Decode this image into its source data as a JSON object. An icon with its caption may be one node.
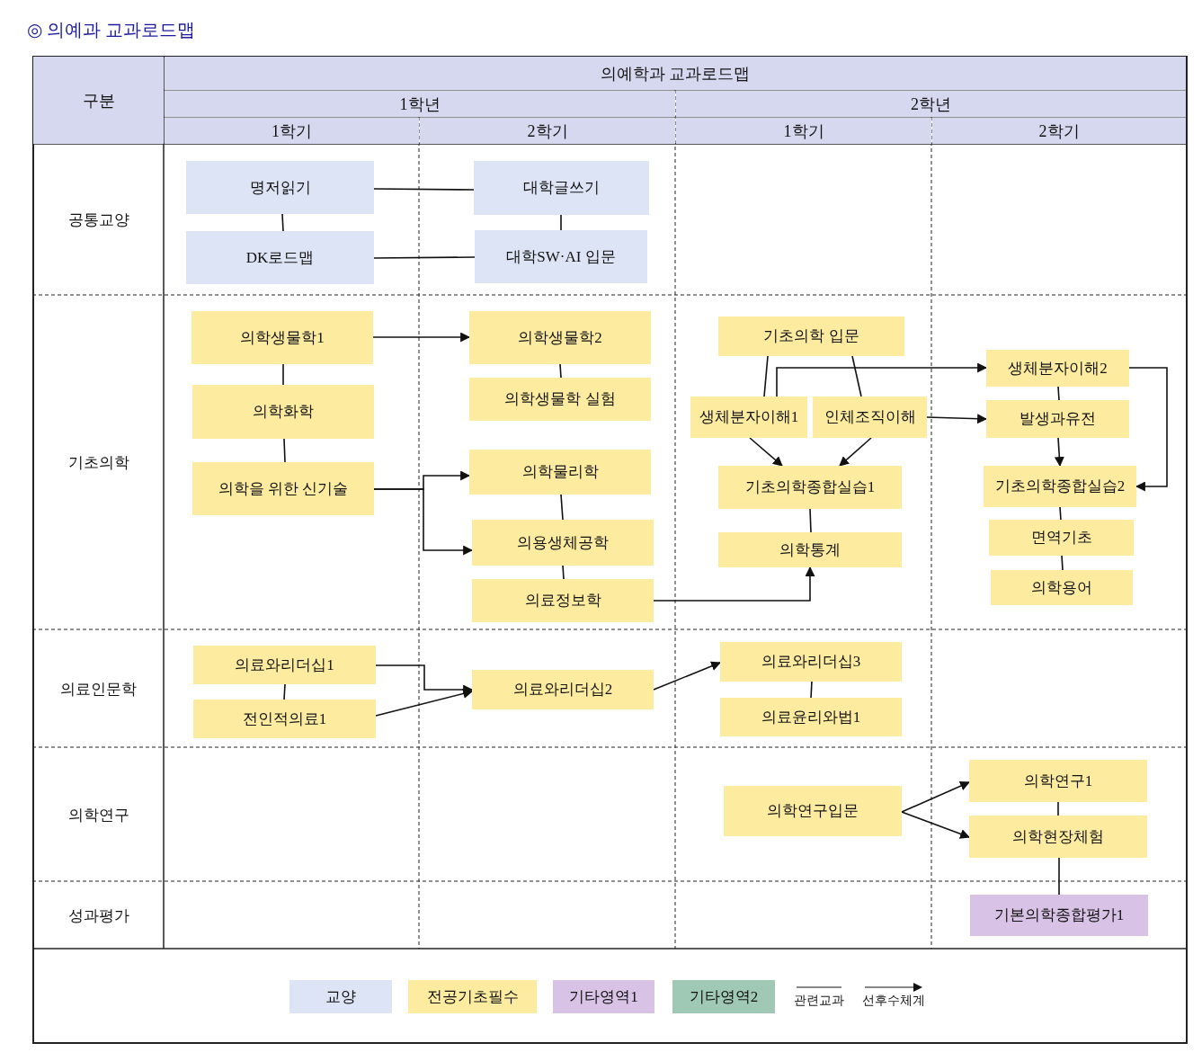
{
  "diagram": {
    "title": "◎ 의예과 교과로드맵",
    "nodes": [
      {
        "text": [
          "명저읽기"
        ]
      },
      {
        "text": [
          "DK로드맵"
        ]
      },
      {
        "text": [
          "대학글쓰기"
        ]
      },
      {
        "text": [
          "대학SW·AI 입문"
        ]
      },
      {
        "text": [
          "의학생물학1"
        ]
      },
      {
        "text": [
          "의학화학"
        ]
      },
      {
        "text": [
          "의학을 위한 신기술"
        ]
      },
      {
        "text": [
          "의학생물학2"
        ]
      },
      {
        "text": [
          "의학생물학 실험"
        ]
      },
      {
        "text": [
          "의학물리학"
        ]
      },
      {
        "text": [
          "의용생체공학"
        ]
      },
      {
        "text": [
          "의료정보학"
        ]
      },
      {
        "text": [
          "기초의학 입문"
        ]
      },
      {
        "text": [
          "생체분자이해1"
        ]
      },
      {
        "text": [
          "인체조직이해"
        ]
      },
      {
        "text": [
          "기초의학종합실습1"
        ]
      },
      {
        "text": [
          "의학통계"
        ]
      },
      {
        "text": [
          "생체분자이해2"
        ]
      },
      {
        "text": [
          "발생과유전"
        ]
      },
      {
        "text": [
          "기초의학종합실습2"
        ]
      },
      {
        "text": [
          "면역기초"
        ]
      },
      {
        "text": [
          "의학용어"
        ]
      },
      {
        "text": [
          "의료와리더십1"
        ]
      },
      {
        "text": [
          "전인적의료1"
        ]
      },
      {
        "text": [
          "의료와리더십2"
        ]
      },
      {
        "text": [
          "의료와리더십3"
        ]
      },
      {
        "text": [
          "의료윤리와법1"
        ]
      },
      {
        "text": [
          "의학연구입문"
        ]
      },
      {
        "text": [
          "의학연구1"
        ]
      },
      {
        "text": [
          "의학현장체험"
        ]
      },
      {
        "text": [
          "기본의학종합평가1"
        ]
      }
    ],
    "edges": [
      {
        "from": 0,
        "to": 2,
        "arrow": "none"
      },
      {
        "from": 0,
        "to": 1,
        "arrow": "none"
      },
      {
        "from": 2,
        "to": 3,
        "arrow": "none"
      },
      {
        "from": 1,
        "to": 3,
        "arrow": "none"
      },
      {
        "from": 4,
        "to": 7,
        "arrow": "to"
      },
      {
        "from": 4,
        "to": 5,
        "arrow": "none"
      },
      {
        "from": 5,
        "to": 6,
        "arrow": "none"
      },
      {
        "from": 7,
        "to": 8,
        "arrow": "none"
      },
      {
        "from": 6,
        "to": 9,
        "arrow": "to"
      },
      {
        "from": 6,
        "to": 10,
        "arrow": "to"
      },
      {
        "from": 9,
        "to": 10,
        "arrow": "none"
      },
      {
        "from": 10,
        "to": 11,
        "arrow": "none"
      },
      {
        "from": 11,
        "to": 16,
        "arrow": "to"
      },
      {
        "from": 12,
        "to": 13,
        "arrow": "none"
      },
      {
        "from": 12,
        "to": 14,
        "arrow": "none"
      },
      {
        "from": 13,
        "to": 17,
        "arrow": "to"
      },
      {
        "from": 14,
        "to": 18,
        "arrow": "to"
      },
      {
        "from": 13,
        "to": 15,
        "arrow": "to"
      },
      {
        "from": 14,
        "to": 15,
        "arrow": "to"
      },
      {
        "from": 15,
        "to": 16,
        "arrow": "none"
      },
      {
        "from": 17,
        "to": 18,
        "arrow": "none"
      },
      {
        "from": 18,
        "to": 19,
        "arrow": "to"
      },
      {
        "from": 17,
        "to": 19,
        "arrow": "to"
      },
      {
        "from": 19,
        "to": 20,
        "arrow": "none"
      },
      {
        "from": 20,
        "to": 21,
        "arrow": "none"
      },
      {
        "from": 22,
        "to": 24,
        "arrow": "to"
      },
      {
        "from": 23,
        "to": 24,
        "arrow": "to"
      },
      {
        "from": 22,
        "to": 23,
        "arrow": "none"
      },
      {
        "from": 24,
        "to": 25,
        "arrow": "to"
      },
      {
        "from": 25,
        "to": 26,
        "arrow": "none"
      },
      {
        "from": 27,
        "to": 28,
        "arrow": "to"
      },
      {
        "from": 27,
        "to": 29,
        "arrow": "to"
      },
      {
        "from": 28,
        "to": 29,
        "arrow": "none"
      },
      {
        "from": 29,
        "to": 30,
        "arrow": "none"
      }
    ],
    "labels": [
      "구분",
      "의예학과 교과로드맵",
      "1학년",
      "2학년",
      "1학기",
      "2학기",
      "1학기",
      "2학기",
      "공통교양",
      "기초의학",
      "의료인문학",
      "의학연구",
      "성과평가"
    ],
    "legend": [
      {
        "text": "교양",
        "color": "#dde4f5"
      },
      {
        "text": "전공기초필수",
        "color": "#fdec9f"
      },
      {
        "text": "기타영역1",
        "color": "#d8c2e6"
      },
      {
        "text": "기타영역2",
        "color": "#9fc9b4"
      },
      {
        "text": "관련교과"
      },
      {
        "text": "선후수체계"
      }
    ]
  }
}
